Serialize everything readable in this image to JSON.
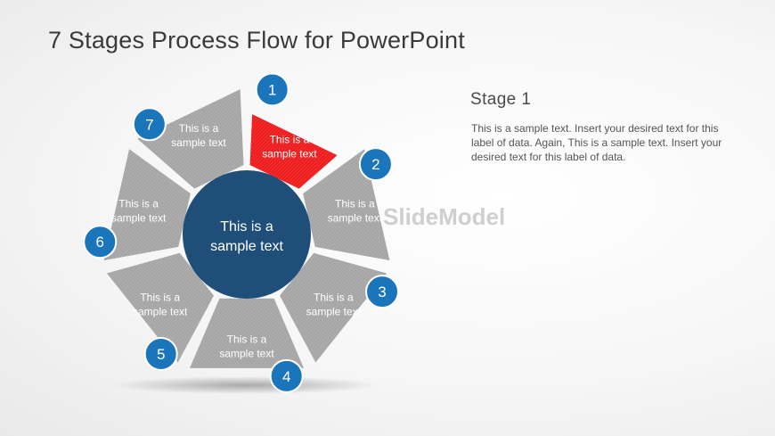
{
  "title": "7 Stages Process Flow for PowerPoint",
  "center": {
    "line1": "This is a",
    "line2": "sample text"
  },
  "stages": [
    {
      "number": "1",
      "line1": "This is a",
      "line2": "sample text",
      "highlighted": true
    },
    {
      "number": "2",
      "line1": "This is a",
      "line2": "sample text",
      "highlighted": false
    },
    {
      "number": "3",
      "line1": "This is a",
      "line2": "sample text",
      "highlighted": false
    },
    {
      "number": "4",
      "line1": "This is a",
      "line2": "sample text",
      "highlighted": false
    },
    {
      "number": "5",
      "line1": "This is a",
      "line2": "sample text",
      "highlighted": false
    },
    {
      "number": "6",
      "line1": "This is a",
      "line2": "sample text",
      "highlighted": false
    },
    {
      "number": "7",
      "line1": "This is a",
      "line2": "sample text",
      "highlighted": false
    }
  ],
  "detail": {
    "heading": "Stage  1",
    "body": "This is a sample text. Insert your desired text for this label of data. Again, This is a sample text. Insert your desired text for this label of data."
  },
  "watermark": "SlideModel",
  "colors": {
    "highlight": "#ee1c1c",
    "segment": "#a6a6a6",
    "center": "#1f4e79",
    "badge": "#1b75bb"
  }
}
